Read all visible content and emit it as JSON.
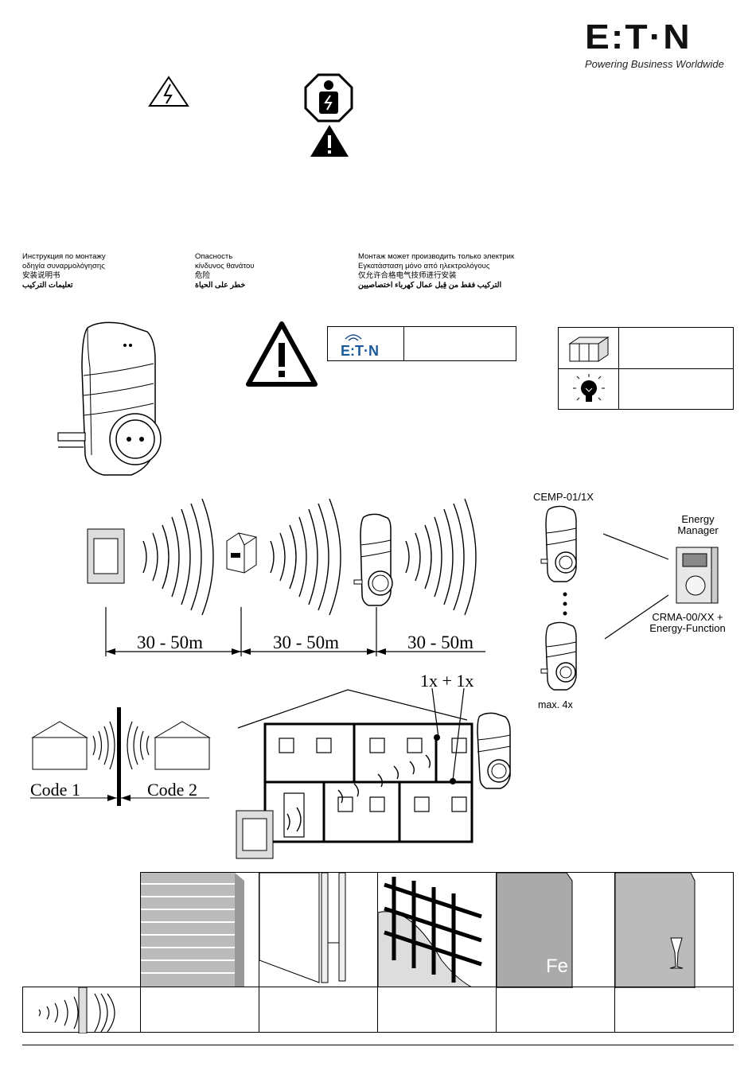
{
  "brand": {
    "logo": "E:T·N",
    "tagline": "Powering Business Worldwide"
  },
  "languages": {
    "col1": [
      "Инструкция по монтажу",
      "οδηγία συναρμολόγησης",
      "安装说明书",
      "تعليمات التركيب"
    ],
    "col2": [
      "Опасность",
      "κίνδυνος θανάτου",
      "危险",
      "خطر على الحياة"
    ],
    "col3": [
      "Монтаж может производить только электрик",
      "Εγκατάσταση μόνο από ηλεκτρολόγους",
      "仅允许合格电气技师进行安装",
      "التركيب فقط من قِبل عمال كهرباء اختصاصيين"
    ]
  },
  "diagram": {
    "distances": [
      "30 - 50m",
      "30 - 50m",
      "30 - 50m"
    ],
    "codes": [
      "Code 1",
      "Code 2"
    ],
    "multiplier": "1x + 1x",
    "cemp_label": "CEMP-01/1X",
    "energy_manager": "Energy\nManager",
    "crma_label": "CRMA-00/XX +\nEnergy-Function",
    "max_label": "max. 4x",
    "fe_label": "Fe"
  }
}
